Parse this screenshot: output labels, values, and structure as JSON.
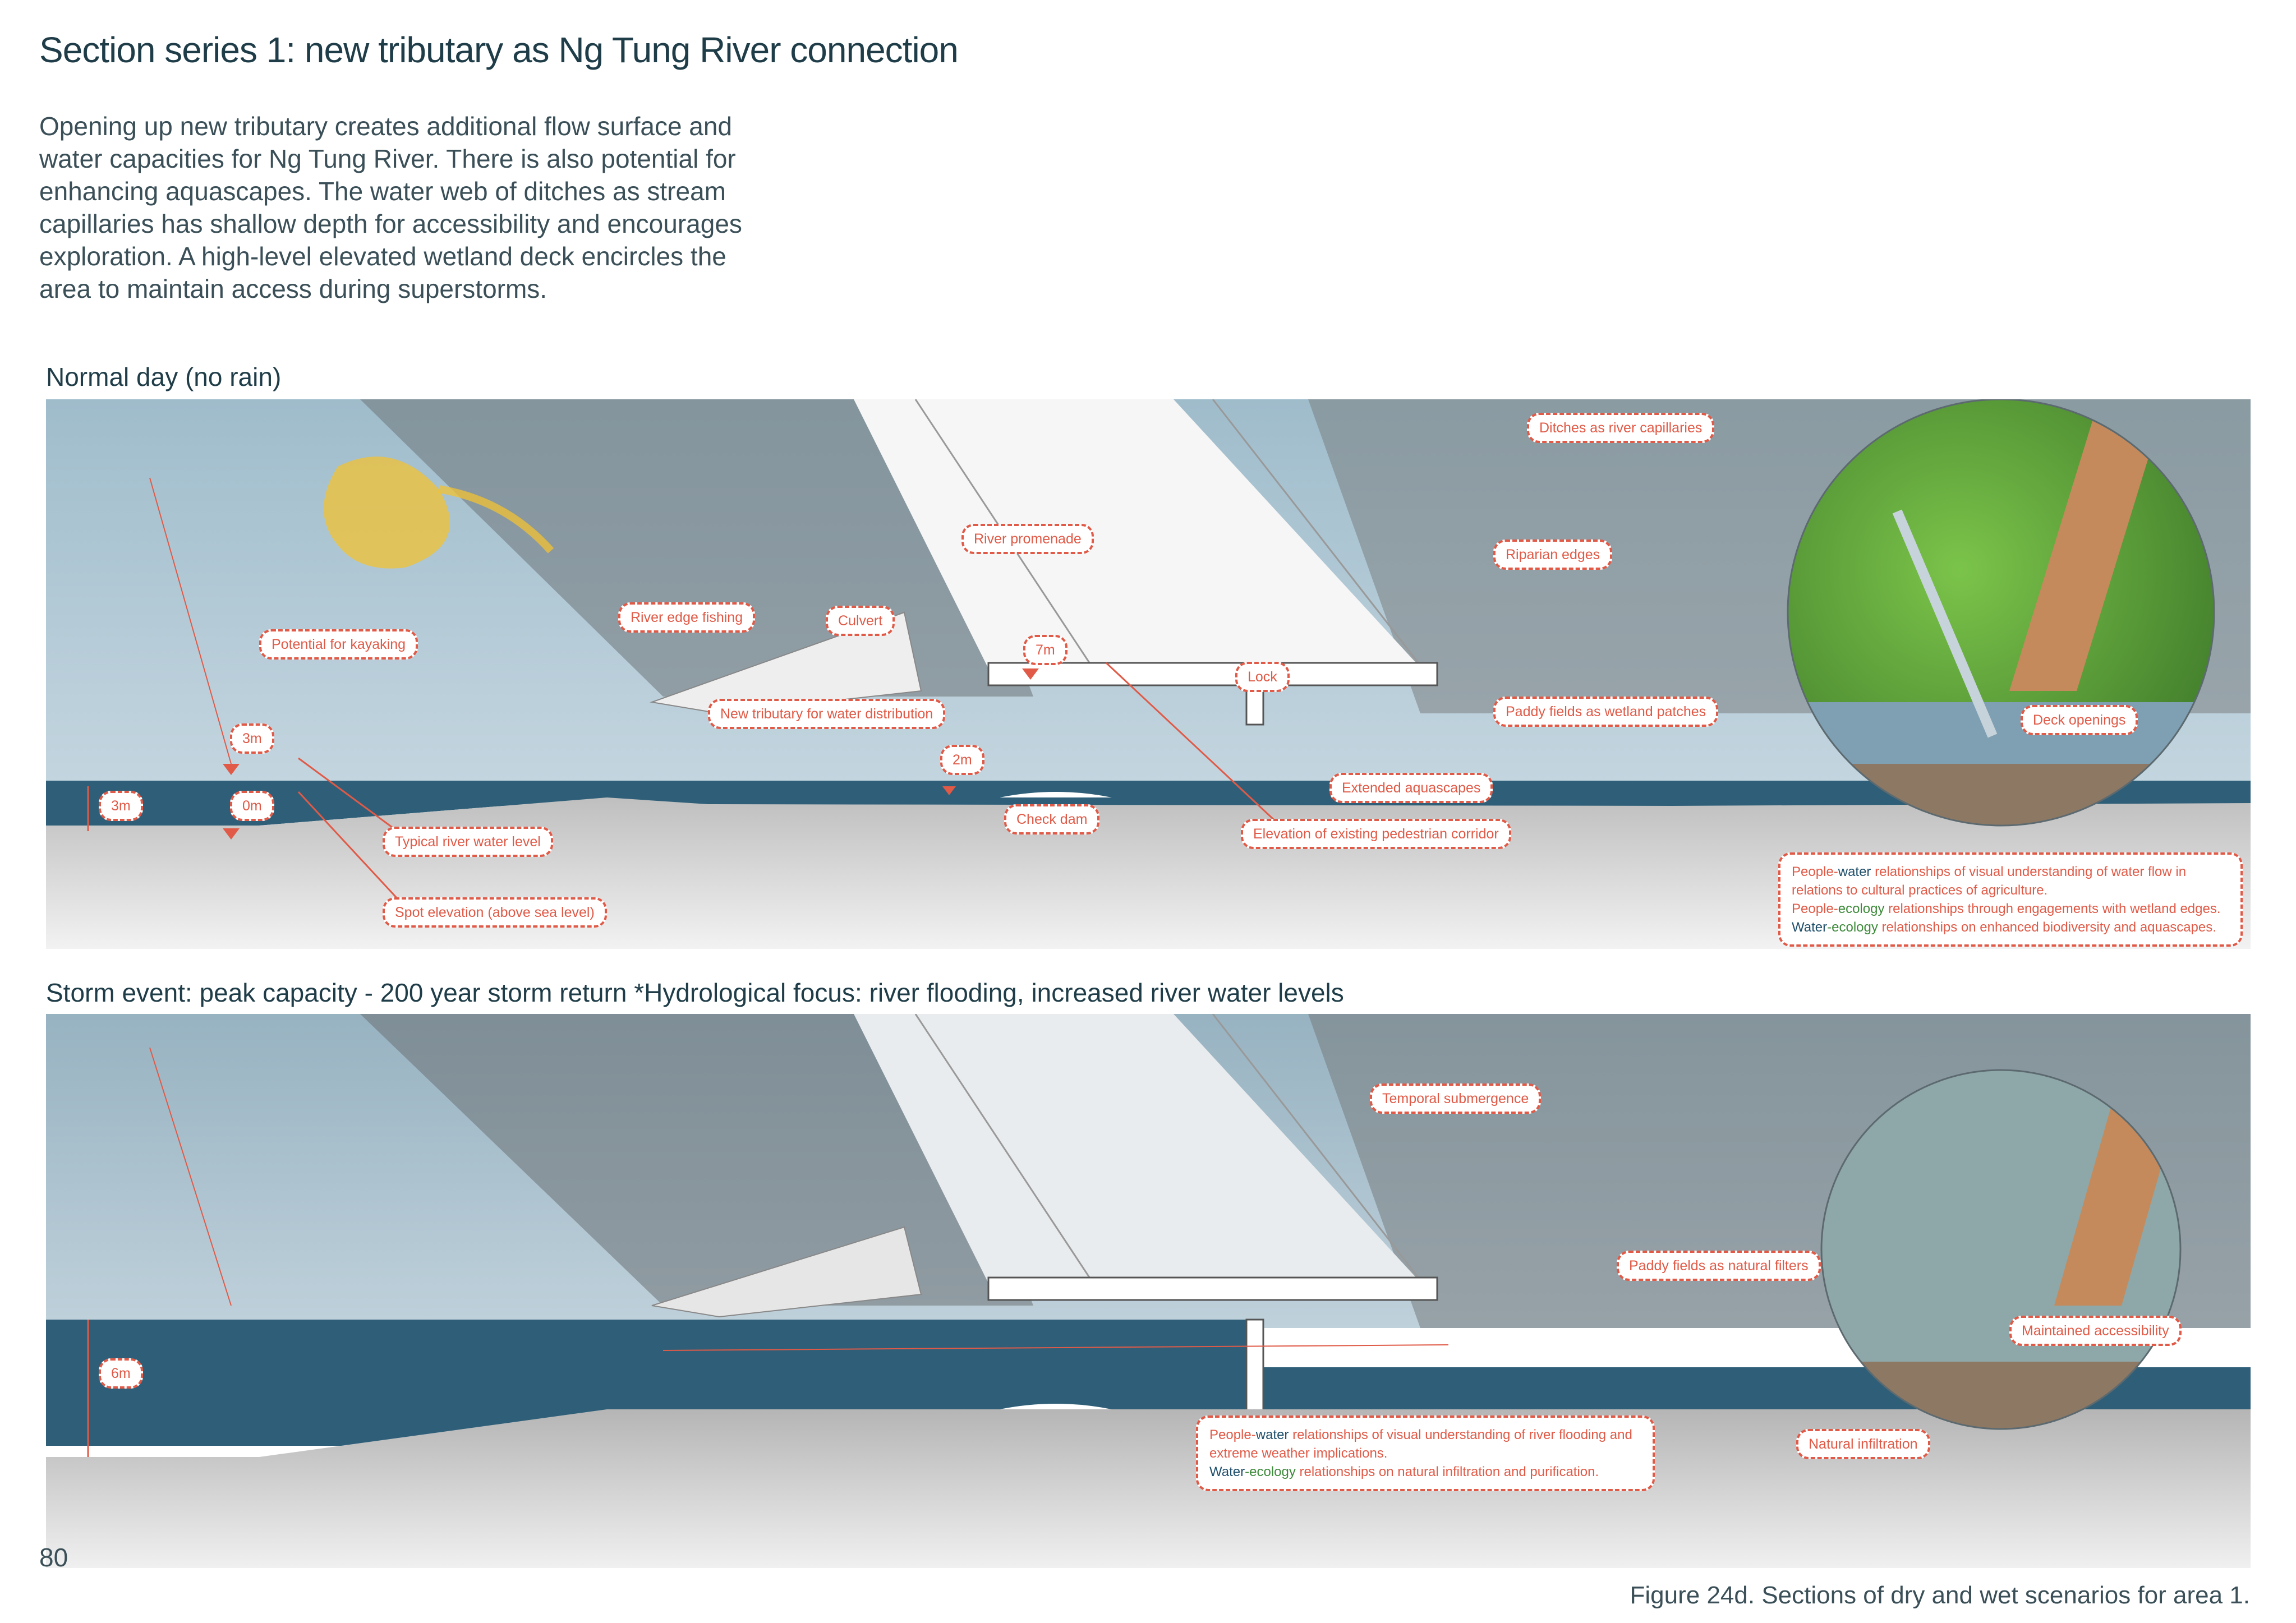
{
  "title": "Section series 1: new tributary as Ng Tung River connection",
  "intro": "Opening up new tributary creates additional flow surface and water capacities for Ng Tung River. There is also potential for enhancing aquascapes. The water web of ditches as stream capillaries has shallow depth for accessibility and encourages exploration. A high-level elevated wetland deck encircles the area to maintain access during superstorms.",
  "normal": {
    "heading": "Normal day (no rain)",
    "labels": {
      "kayaking": "Potential for kayaking",
      "fishing": "River edge fishing",
      "culvert": "Culvert",
      "promenade": "River promenade",
      "h7m": "7m",
      "lock": "Lock",
      "ditches": "Ditches as river capillaries",
      "riparian": "Riparian edges",
      "paddy": "Paddy fields as wetland patches",
      "deck": "Deck openings",
      "h3m_top": "3m",
      "tributary": "New tributary for water distribution",
      "h2m": "2m",
      "aquascapes": "Extended aquascapes",
      "h3m_left": "3m",
      "h0m": "0m",
      "checkdam": "Check dam",
      "elevation": "Elevation of existing pedestrian corridor",
      "typical": "Typical river water level",
      "spot": "Spot elevation (above sea level)"
    },
    "note": {
      "l1a": "People-",
      "l1b": "water",
      "l1c": " relationships of visual understanding of water flow in relations to cultural practices of agriculture.",
      "l2a": "People-",
      "l2b": "ecology",
      "l2c": " relationships through engagements with wetland edges.",
      "l3a": "Water",
      "l3b": "-ecology",
      "l3c": " relationships on enhanced biodiversity and aquascapes."
    }
  },
  "storm": {
    "heading": "Storm event: peak capacity - 200 year storm return *Hydrological focus: river flooding, increased river water levels",
    "labels": {
      "submergence": "Temporal submergence",
      "filters": "Paddy fields as natural filters",
      "accessibility": "Maintained accessibility",
      "h6m": "6m",
      "infiltration": "Natural infiltration"
    },
    "note": {
      "l1a": "People-",
      "l1b": "water",
      "l1c": " relationships of visual understanding of river flooding and extreme weather implications.",
      "l2a": "Water",
      "l2b": "-ecology",
      "l2c": " relationships on natural infiltration and purification."
    }
  },
  "page_number": "80",
  "caption": "Figure 24d. Sections of dry and wet scenarios for area 1.",
  "colors": {
    "accent": "#e05a47",
    "water_dark": "#2f5f78",
    "water_light": "#a9c4d3",
    "title": "#1f3d48"
  }
}
